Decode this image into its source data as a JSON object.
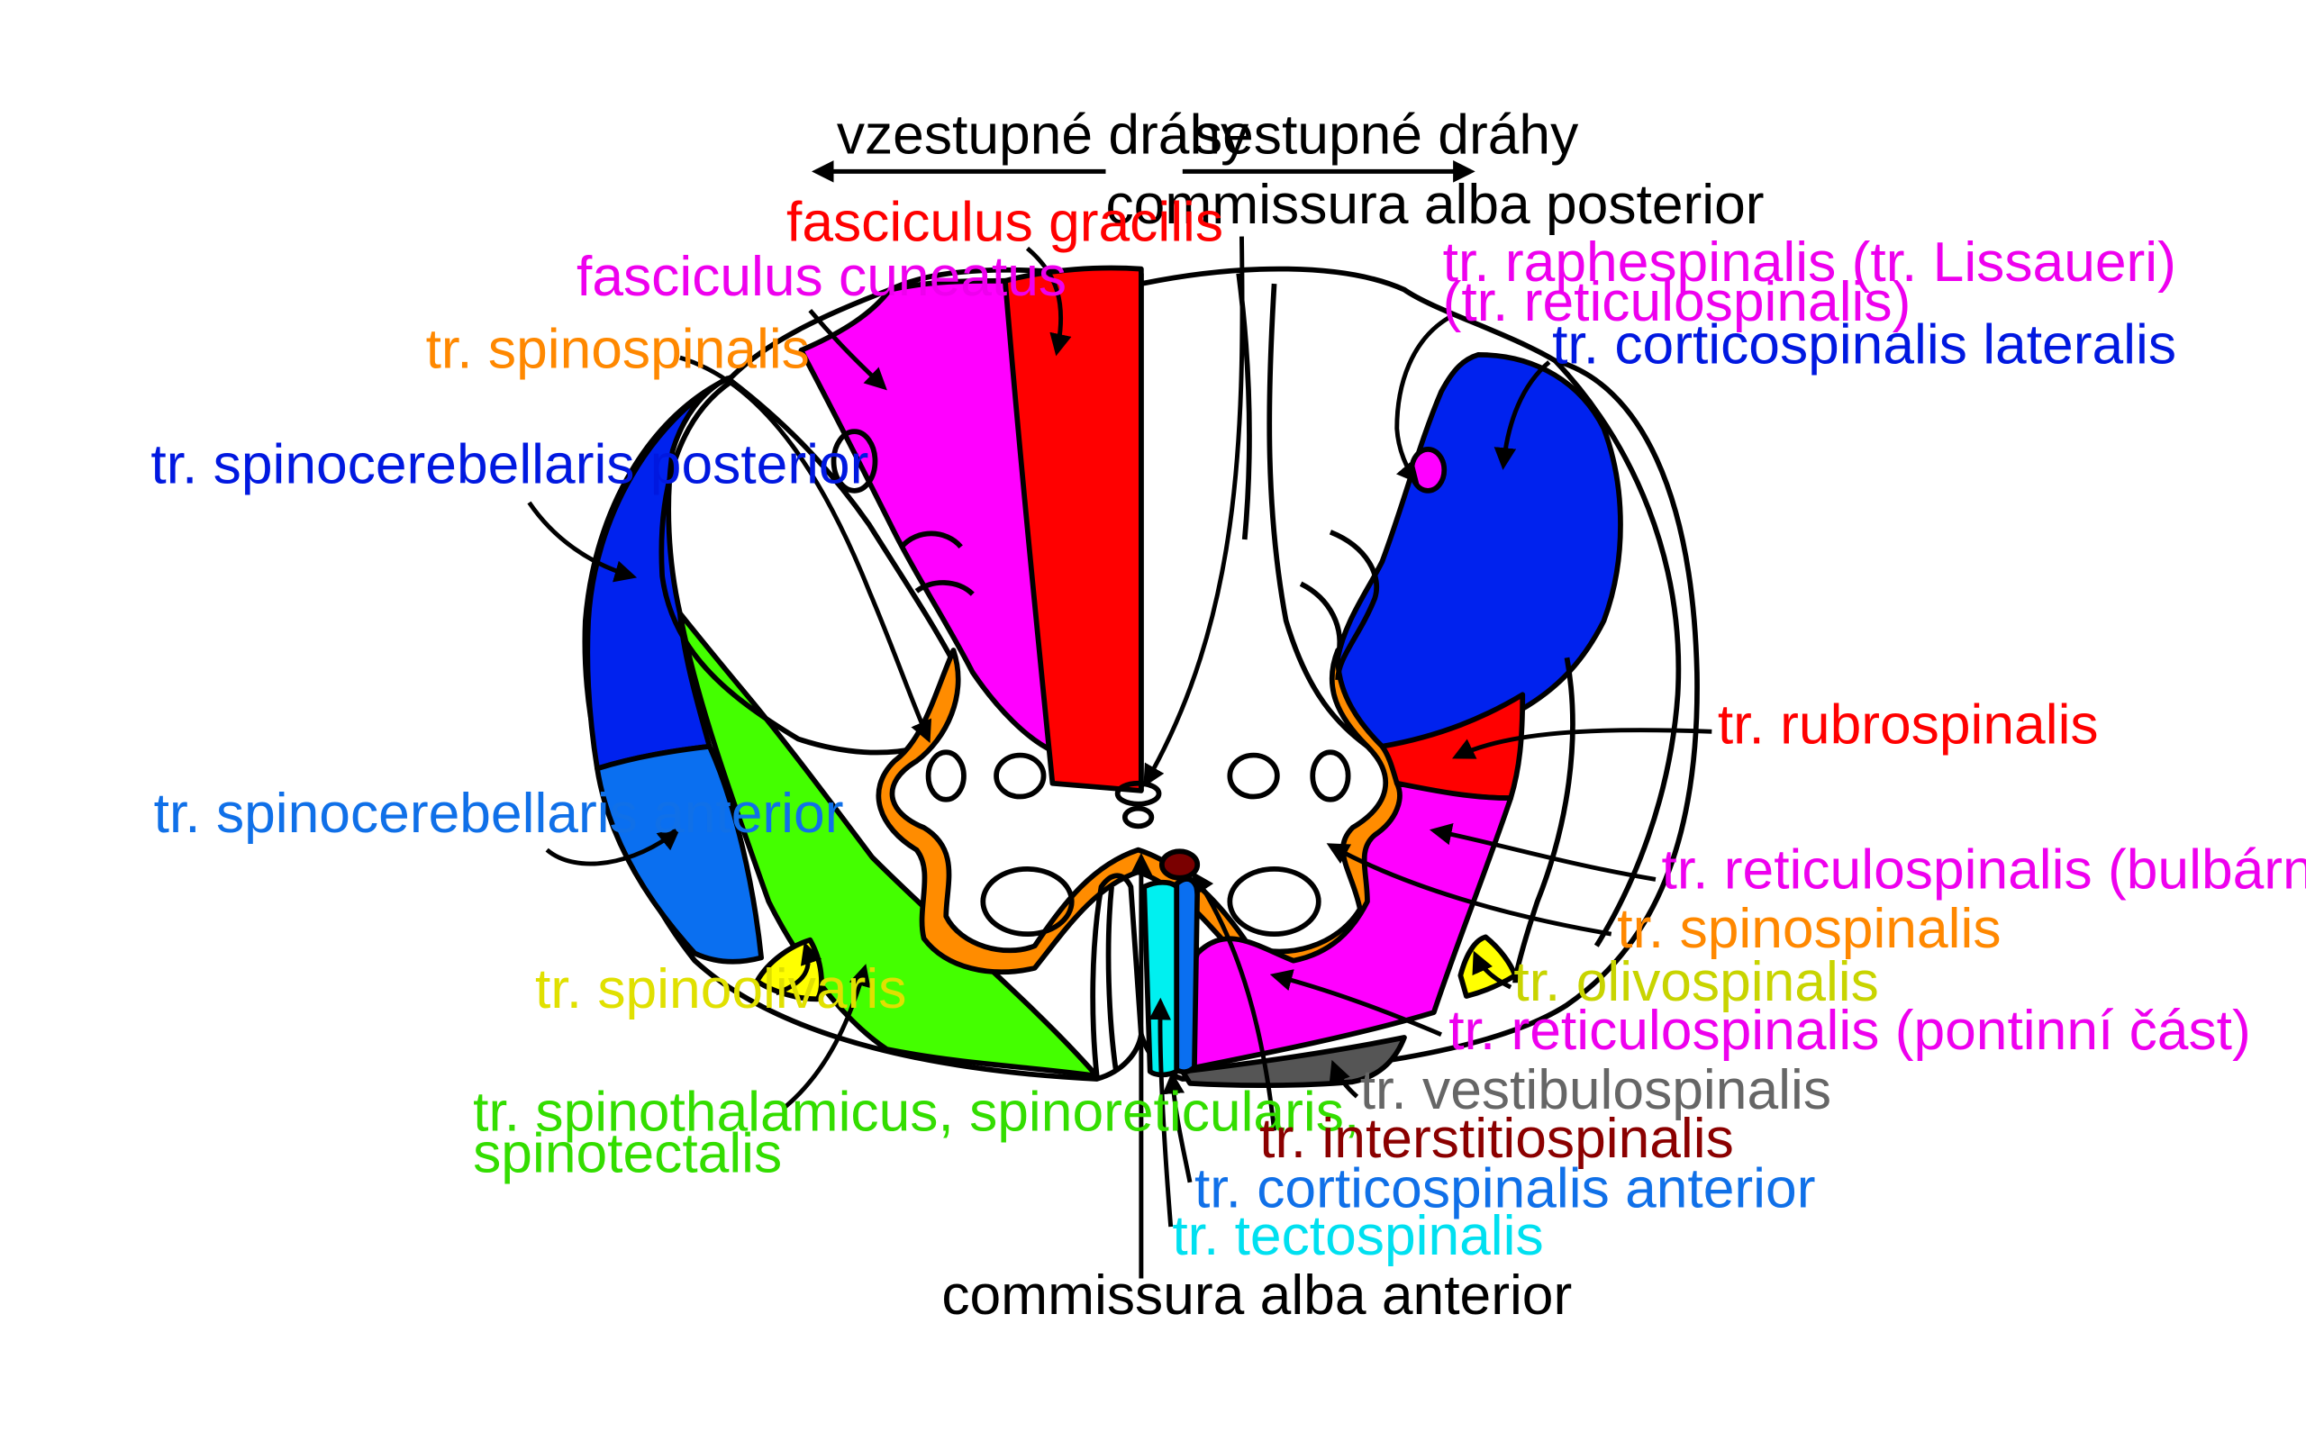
{
  "headers": {
    "ascending": "vzestupné dráhy",
    "descending": "sestupné dráhy"
  },
  "labels": {
    "commissura_alba_posterior": "commissura alba posterior",
    "fasciculus_gracilis": "fasciculus gracilis",
    "fasciculus_cuneatus": "fasciculus cuneatus",
    "tr_spinospinalis_left": "tr. spinospinalis",
    "tr_spinocerebellaris_posterior": "tr. spinocerebellaris posterior",
    "tr_spinocerebellaris_anterior": "tr. spinocerebellaris anterior",
    "tr_spinoolivaris": "tr. spinoolivaris",
    "tr_spinothalamicus_line1": "tr. spinothalamicus, spinoreticularis,",
    "tr_spinothalamicus_line2": "spinotectalis",
    "tr_raphespinalis_line1": "tr. raphespinalis (tr. Lissaueri)",
    "tr_raphespinalis_line2": "(tr. reticulospinalis)",
    "tr_corticospinalis_lateralis": "tr. corticospinalis lateralis",
    "tr_rubrospinalis": "tr. rubrospinalis",
    "tr_reticulospinalis_bulbar": "tr. reticulospinalis (bulbární část)",
    "tr_spinospinalis_right": "tr. spinospinalis",
    "tr_olivospinalis": "tr. olivospinalis",
    "tr_reticulospinalis_pontine": "tr. reticulospinalis (pontinní část)",
    "tr_vestibulospinalis": "tr. vestibulospinalis",
    "tr_interstitiospinalis": "tr. interstitiospinalis",
    "tr_corticospinalis_anterior": "tr. corticospinalis anterior",
    "tr_tectospinalis": "tr. tectospinalis",
    "commissura_alba_anterior": "commissura alba anterior"
  },
  "colors": {
    "red": "#ff0000",
    "magenta": "#ff00ff",
    "orange": "#ff8c00",
    "blue": "#0022ee",
    "mid_blue": "#0a6ff0",
    "green": "#44ff00",
    "yellow": "#ffff00",
    "olive_text": "#c8d400",
    "cyan": "#00f0f0",
    "gray": "#555555",
    "dark_red": "#7a0000",
    "magenta_text": "#ee00ee",
    "orange_text": "#ff8800",
    "blue_text": "#0018e0",
    "mid_blue_text": "#1070e8",
    "green_text": "#33dd00",
    "yellow_text": "#e0e000",
    "cyan_text": "#00e0f0",
    "gray_text": "#666666",
    "dark_red_text": "#8b0000",
    "black": "#000000"
  }
}
